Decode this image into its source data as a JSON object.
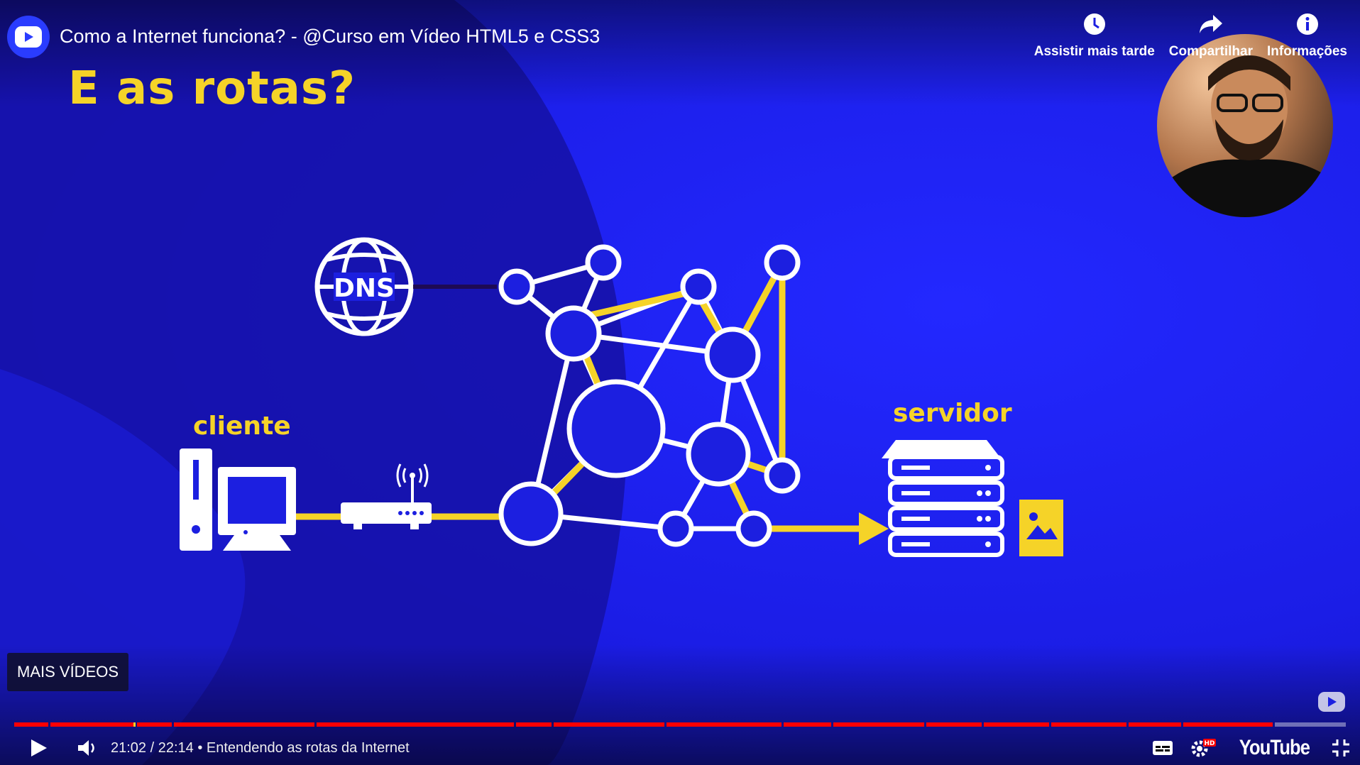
{
  "video": {
    "title": "Como a Internet funciona? - @Curso em Vídeo HTML5 e CSS3"
  },
  "top_actions": [
    {
      "label": "Assistir mais tarde",
      "icon": "clock-icon"
    },
    {
      "label": "Compartilhar",
      "icon": "share-icon"
    },
    {
      "label": "Informações",
      "icon": "info-icon"
    }
  ],
  "slide": {
    "heading": "E as rotas?",
    "client_label": "cliente",
    "server_label": "servidor",
    "dns_label": "DNS"
  },
  "overlay": {
    "more_videos": "MAIS VÍDEOS"
  },
  "player": {
    "time": "21:02 / 22:14",
    "separator": " • ",
    "chapter": "Entendendo as rotas da Internet",
    "progress_fraction": 0.945,
    "brand": "YouTube"
  },
  "colors": {
    "accent_yellow": "#f5d328",
    "background_blue": "#1c1fe0",
    "progress_red": "#ff0000"
  }
}
